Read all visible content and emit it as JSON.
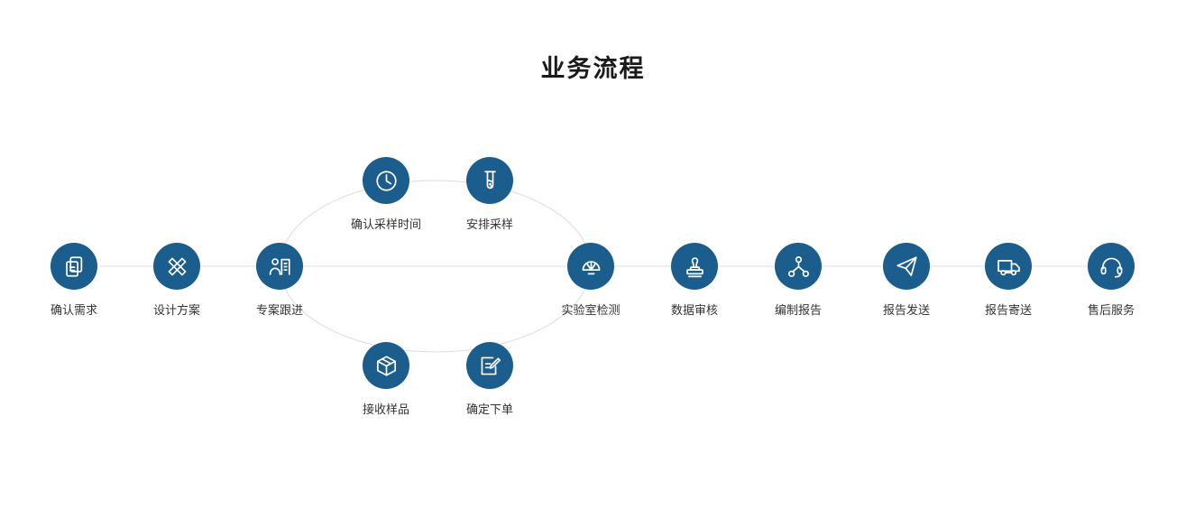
{
  "title": "业务流程",
  "colors": {
    "circle": "#1b5e8e",
    "line": "#dcdcdc",
    "text": "#333333",
    "title": "#1a1a1a",
    "bg": "#ffffff"
  },
  "main_nodes": [
    {
      "label": "确认需求",
      "icon": "documents-icon"
    },
    {
      "label": "设计方案",
      "icon": "design-tools-icon"
    },
    {
      "label": "专案跟进",
      "icon": "person-building-icon"
    },
    {
      "label": "实验室检测",
      "icon": "lab-dome-icon"
    },
    {
      "label": "数据审核",
      "icon": "stamp-icon"
    },
    {
      "label": "编制报告",
      "icon": "org-chart-icon"
    },
    {
      "label": "报告发送",
      "icon": "paper-plane-icon"
    },
    {
      "label": "报告寄送",
      "icon": "truck-icon"
    },
    {
      "label": "售后服务",
      "icon": "headset-icon"
    }
  ],
  "upper_branch": [
    {
      "label": "确认采样时间",
      "icon": "clock-icon"
    },
    {
      "label": "安排采样",
      "icon": "test-tube-icon"
    }
  ],
  "lower_branch": [
    {
      "label": "接收样品",
      "icon": "package-icon"
    },
    {
      "label": "确定下单",
      "icon": "order-edit-icon"
    }
  ]
}
